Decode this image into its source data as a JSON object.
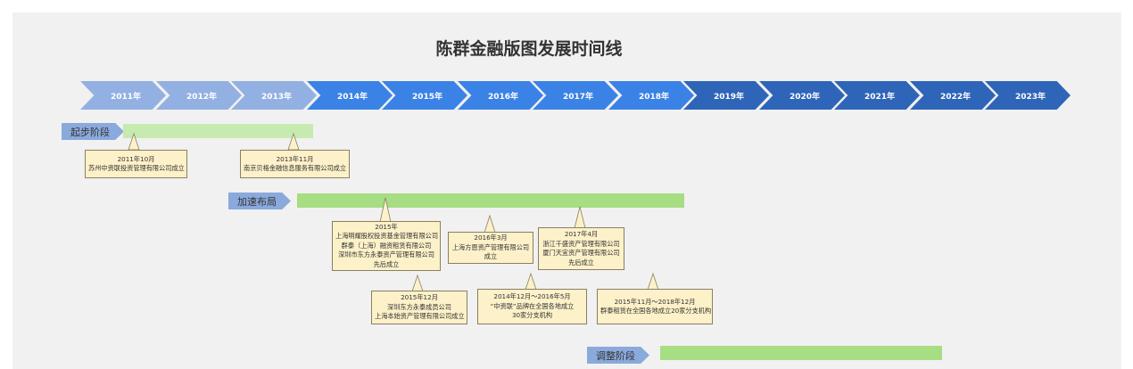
{
  "title": "陈群金融版图发展时间线",
  "years": [
    {
      "label": "2011年",
      "color": "#93b0e2"
    },
    {
      "label": "2012年",
      "color": "#93b0e2"
    },
    {
      "label": "2013年",
      "color": "#93b0e2"
    },
    {
      "label": "2014年",
      "color": "#3b82e6"
    },
    {
      "label": "2015年",
      "color": "#3b82e6"
    },
    {
      "label": "2016年",
      "color": "#3b82e6"
    },
    {
      "label": "2017年",
      "color": "#3b82e6"
    },
    {
      "label": "2018年",
      "color": "#3b82e6"
    },
    {
      "label": "2019年",
      "color": "#2f65b8"
    },
    {
      "label": "2020年",
      "color": "#2f65b8"
    },
    {
      "label": "2021年",
      "color": "#2f65b8"
    },
    {
      "label": "2022年",
      "color": "#2f65b8"
    },
    {
      "label": "2023年",
      "color": "#2f65b8"
    }
  ],
  "stages": {
    "s1": {
      "label": "起步阶段"
    },
    "s2": {
      "label": "加速布局"
    },
    "s3": {
      "label": "调整阶段"
    }
  },
  "notes": {
    "n1": {
      "lines": [
        "2011年10月",
        "苏州中资联投资管理有限公司成立"
      ]
    },
    "n2": {
      "lines": [
        "2013年11月",
        "南京贝格金融信息服务有限公司成立"
      ]
    },
    "n3": {
      "lines": [
        "2015年",
        "上海明耀股权投资基金管理有限公司",
        "群泰（上海）融资租赁有限公司",
        "深圳市东方永泰资产管理有限公司",
        "先后成立"
      ]
    },
    "n4": {
      "lines": [
        "2016年3月",
        "上海方恩资产管理有限公司",
        "成立"
      ]
    },
    "n5": {
      "lines": [
        "2017年4月",
        "浙江千盛资产管理有限公司",
        "厦门天宜资产管理有限公司",
        "先后成立"
      ]
    },
    "n6": {
      "lines": [
        "2015年12月",
        "深圳东方永泰成员公司",
        "上海本始资产管理有限公司成立"
      ]
    },
    "n7": {
      "lines": [
        "2014年12月～2016年5月",
        "“中资联”品牌在全国各地成立",
        "30家分支机构"
      ]
    },
    "n8": {
      "lines": [
        "2015年11月～2018年12月",
        "群泰租赁在全国各地成立20家分支机构"
      ]
    }
  }
}
